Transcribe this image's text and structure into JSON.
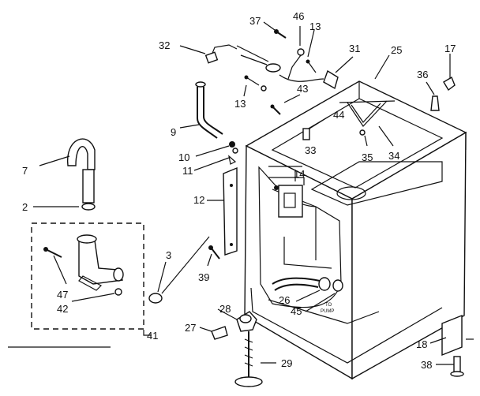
{
  "labels": {
    "l37": "37",
    "l46": "46",
    "l13a": "13",
    "l32": "32",
    "l31": "31",
    "l25": "25",
    "l17": "17",
    "l36": "36",
    "l13b": "13",
    "l43": "43",
    "l9": "9",
    "l44": "44",
    "l7": "7",
    "l10": "10",
    "l33": "33",
    "l35": "35",
    "l34": "34",
    "l11": "11",
    "l14": "14",
    "l12": "12",
    "l2": "2",
    "l3": "3",
    "l39": "39",
    "l47": "47",
    "l42": "42",
    "l26": "26",
    "l45": "45",
    "l28": "28",
    "l27": "27",
    "l18": "18",
    "l41": "41",
    "l29": "29",
    "l38": "38"
  },
  "pump_note": {
    "line1": "TO",
    "line2": "PUMP"
  }
}
